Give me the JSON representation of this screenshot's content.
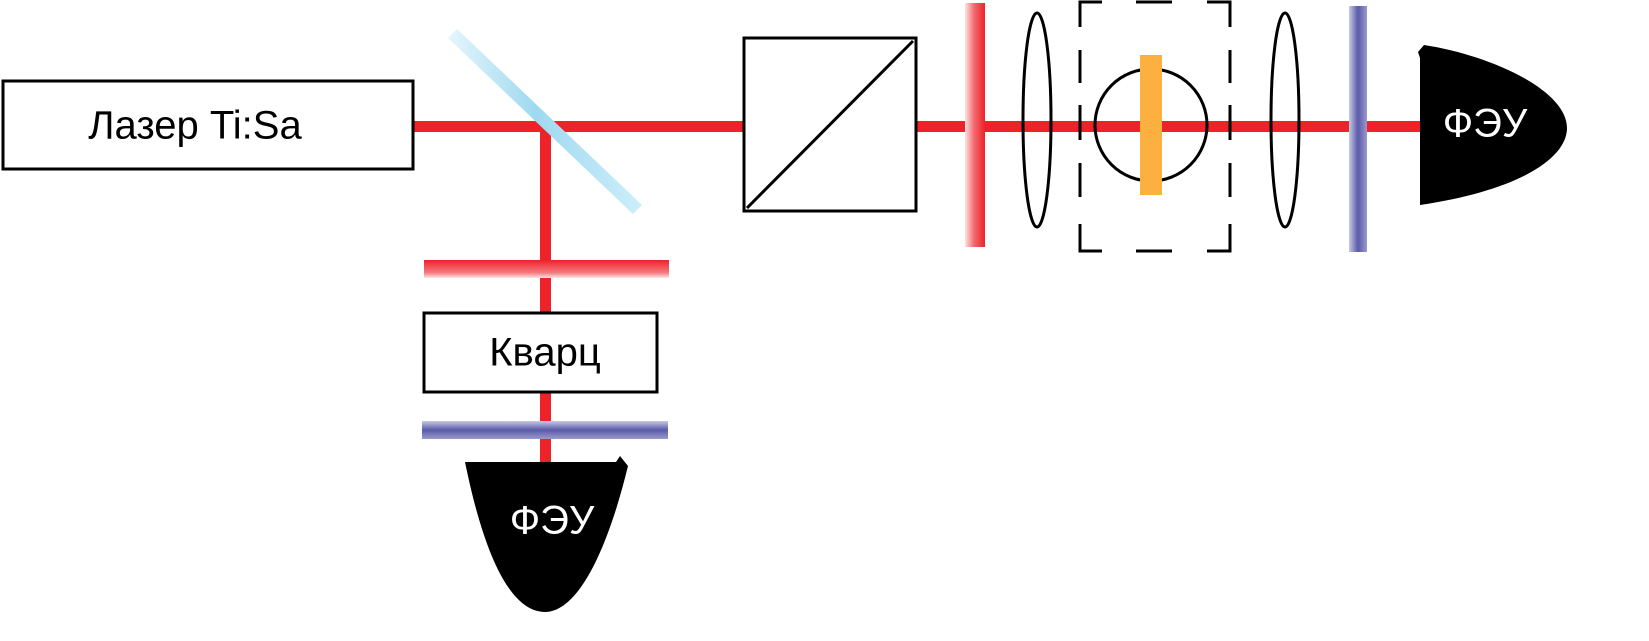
{
  "labels": {
    "laser": "Лазер Ti:Sa",
    "crystal": "Кварц",
    "pmt_bottom": "ФЭУ",
    "pmt_right": "ФЭУ"
  },
  "colors": {
    "beam": "#ee2229",
    "splitter": "#9fd9f0",
    "red_filter": "#ee2229",
    "blue_filter": "#5a5aa8",
    "sample": "#fbb040",
    "pmt": "#000000",
    "outline": "#000000"
  }
}
